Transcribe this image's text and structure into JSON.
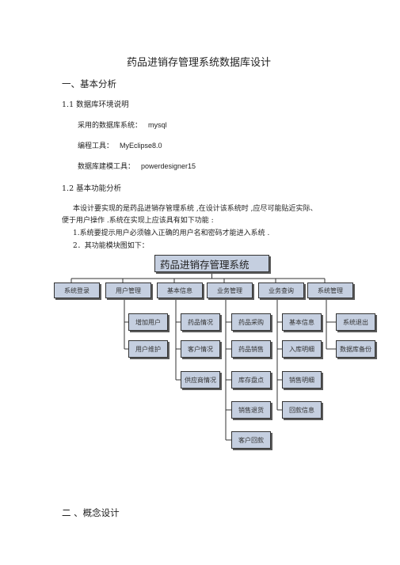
{
  "doc": {
    "title": "药品进销存管理系统数据库设计",
    "section1": "一、基本分析",
    "s11": "1.1 数据库环境说明",
    "env": [
      {
        "label": "采用的数据库系统：",
        "value": "mysql"
      },
      {
        "label": "编程工具：",
        "value": "MyEclipse8.0"
      },
      {
        "label": "数据库建模工具：",
        "value": "powerdesigner15"
      }
    ],
    "s12": "1.2   基本功能分析",
    "para1": "本设计要实现的是药品进销存管理系统 ,在设计该系统时 ,应尽可能贴近实际、",
    "para2": "便于用户操作 .系统在实现上应该具有如下功能 :",
    "item1": "1.系统要提示用户必须输入正确的用户名和密码才能进入系统      .",
    "item2": "2．其功能模块图如下：",
    "section2": "二  、概念设计"
  },
  "diagram": {
    "root": "药品进销存管理系统",
    "modules": [
      {
        "label": "系统登录",
        "children": []
      },
      {
        "label": "用户管理",
        "children": [
          "增加用户",
          "用户维护"
        ]
      },
      {
        "label": "基本信息",
        "children": [
          "药品情况",
          "客户情况",
          "供应商情况"
        ]
      },
      {
        "label": "业务管理",
        "children": [
          "药品采购",
          "药品销售",
          "库存盘点",
          "销售退货",
          "客户回款"
        ]
      },
      {
        "label": "业务查询",
        "children": [
          "基本信息",
          "入库明细",
          "销售明细",
          "回款信息"
        ]
      },
      {
        "label": "系统管理",
        "children": [
          "系统退出",
          "数据库备份"
        ]
      }
    ]
  }
}
